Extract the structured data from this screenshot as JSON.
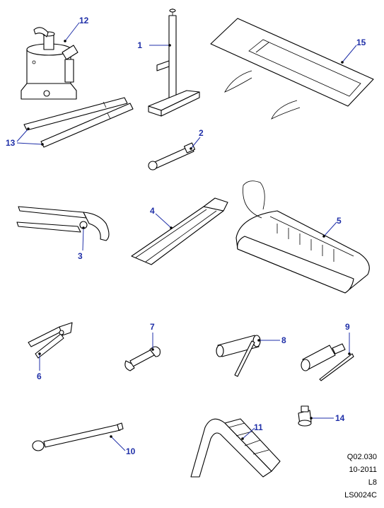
{
  "callouts": [
    {
      "id": "1",
      "label": "1"
    },
    {
      "id": "2",
      "label": "2"
    },
    {
      "id": "3",
      "label": "3"
    },
    {
      "id": "4",
      "label": "4"
    },
    {
      "id": "5",
      "label": "5"
    },
    {
      "id": "6",
      "label": "6"
    },
    {
      "id": "7",
      "label": "7"
    },
    {
      "id": "8",
      "label": "8"
    },
    {
      "id": "9",
      "label": "9"
    },
    {
      "id": "10",
      "label": "10"
    },
    {
      "id": "11",
      "label": "11"
    },
    {
      "id": "12",
      "label": "12"
    },
    {
      "id": "13",
      "label": "13"
    },
    {
      "id": "14",
      "label": "14"
    },
    {
      "id": "15",
      "label": "15"
    }
  ],
  "reference": {
    "code": "Q02.030",
    "date": "10-2011",
    "model": "L8",
    "drawing": "LS0024C"
  },
  "colors": {
    "callout": "#1f2fa8",
    "line": "#000000",
    "background": "#ffffff"
  }
}
